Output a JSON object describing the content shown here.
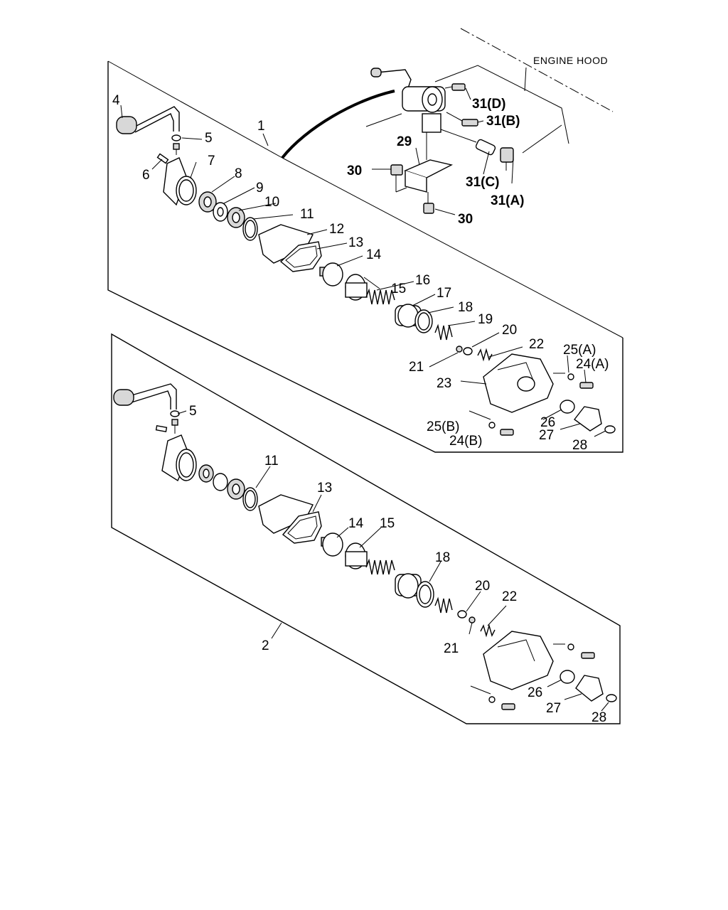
{
  "diagram": {
    "engine_hood_label": "ENGINE HOOD",
    "assembly_labels": {
      "a1": "1",
      "a2": "2"
    },
    "upper_labels": {
      "p4": "4",
      "p5": "5",
      "p6": "6",
      "p7": "7",
      "p8": "8",
      "p9": "9",
      "p10": "10",
      "p11": "11",
      "p12": "12",
      "p13": "13",
      "p14": "14",
      "p15": "15",
      "p16": "16",
      "p17": "17",
      "p18": "18",
      "p19": "19",
      "p20": "20",
      "p21": "21",
      "p22": "22",
      "p23": "23",
      "p24a": "24(A)",
      "p24b": "24(B)",
      "p25a": "25(A)",
      "p25b": "25(B)",
      "p26": "26",
      "p27": "27",
      "p28": "28",
      "p29": "29",
      "p30a": "30",
      "p30b": "30",
      "p31a": "31(A)",
      "p31b": "31(B)",
      "p31c": "31(C)",
      "p31d": "31(D)"
    },
    "lower_labels": {
      "p5": "5",
      "p11": "11",
      "p13": "13",
      "p14": "14",
      "p15": "15",
      "p18": "18",
      "p20": "20",
      "p21": "21",
      "p22": "22",
      "p26": "26",
      "p27": "27",
      "p28": "28"
    }
  }
}
